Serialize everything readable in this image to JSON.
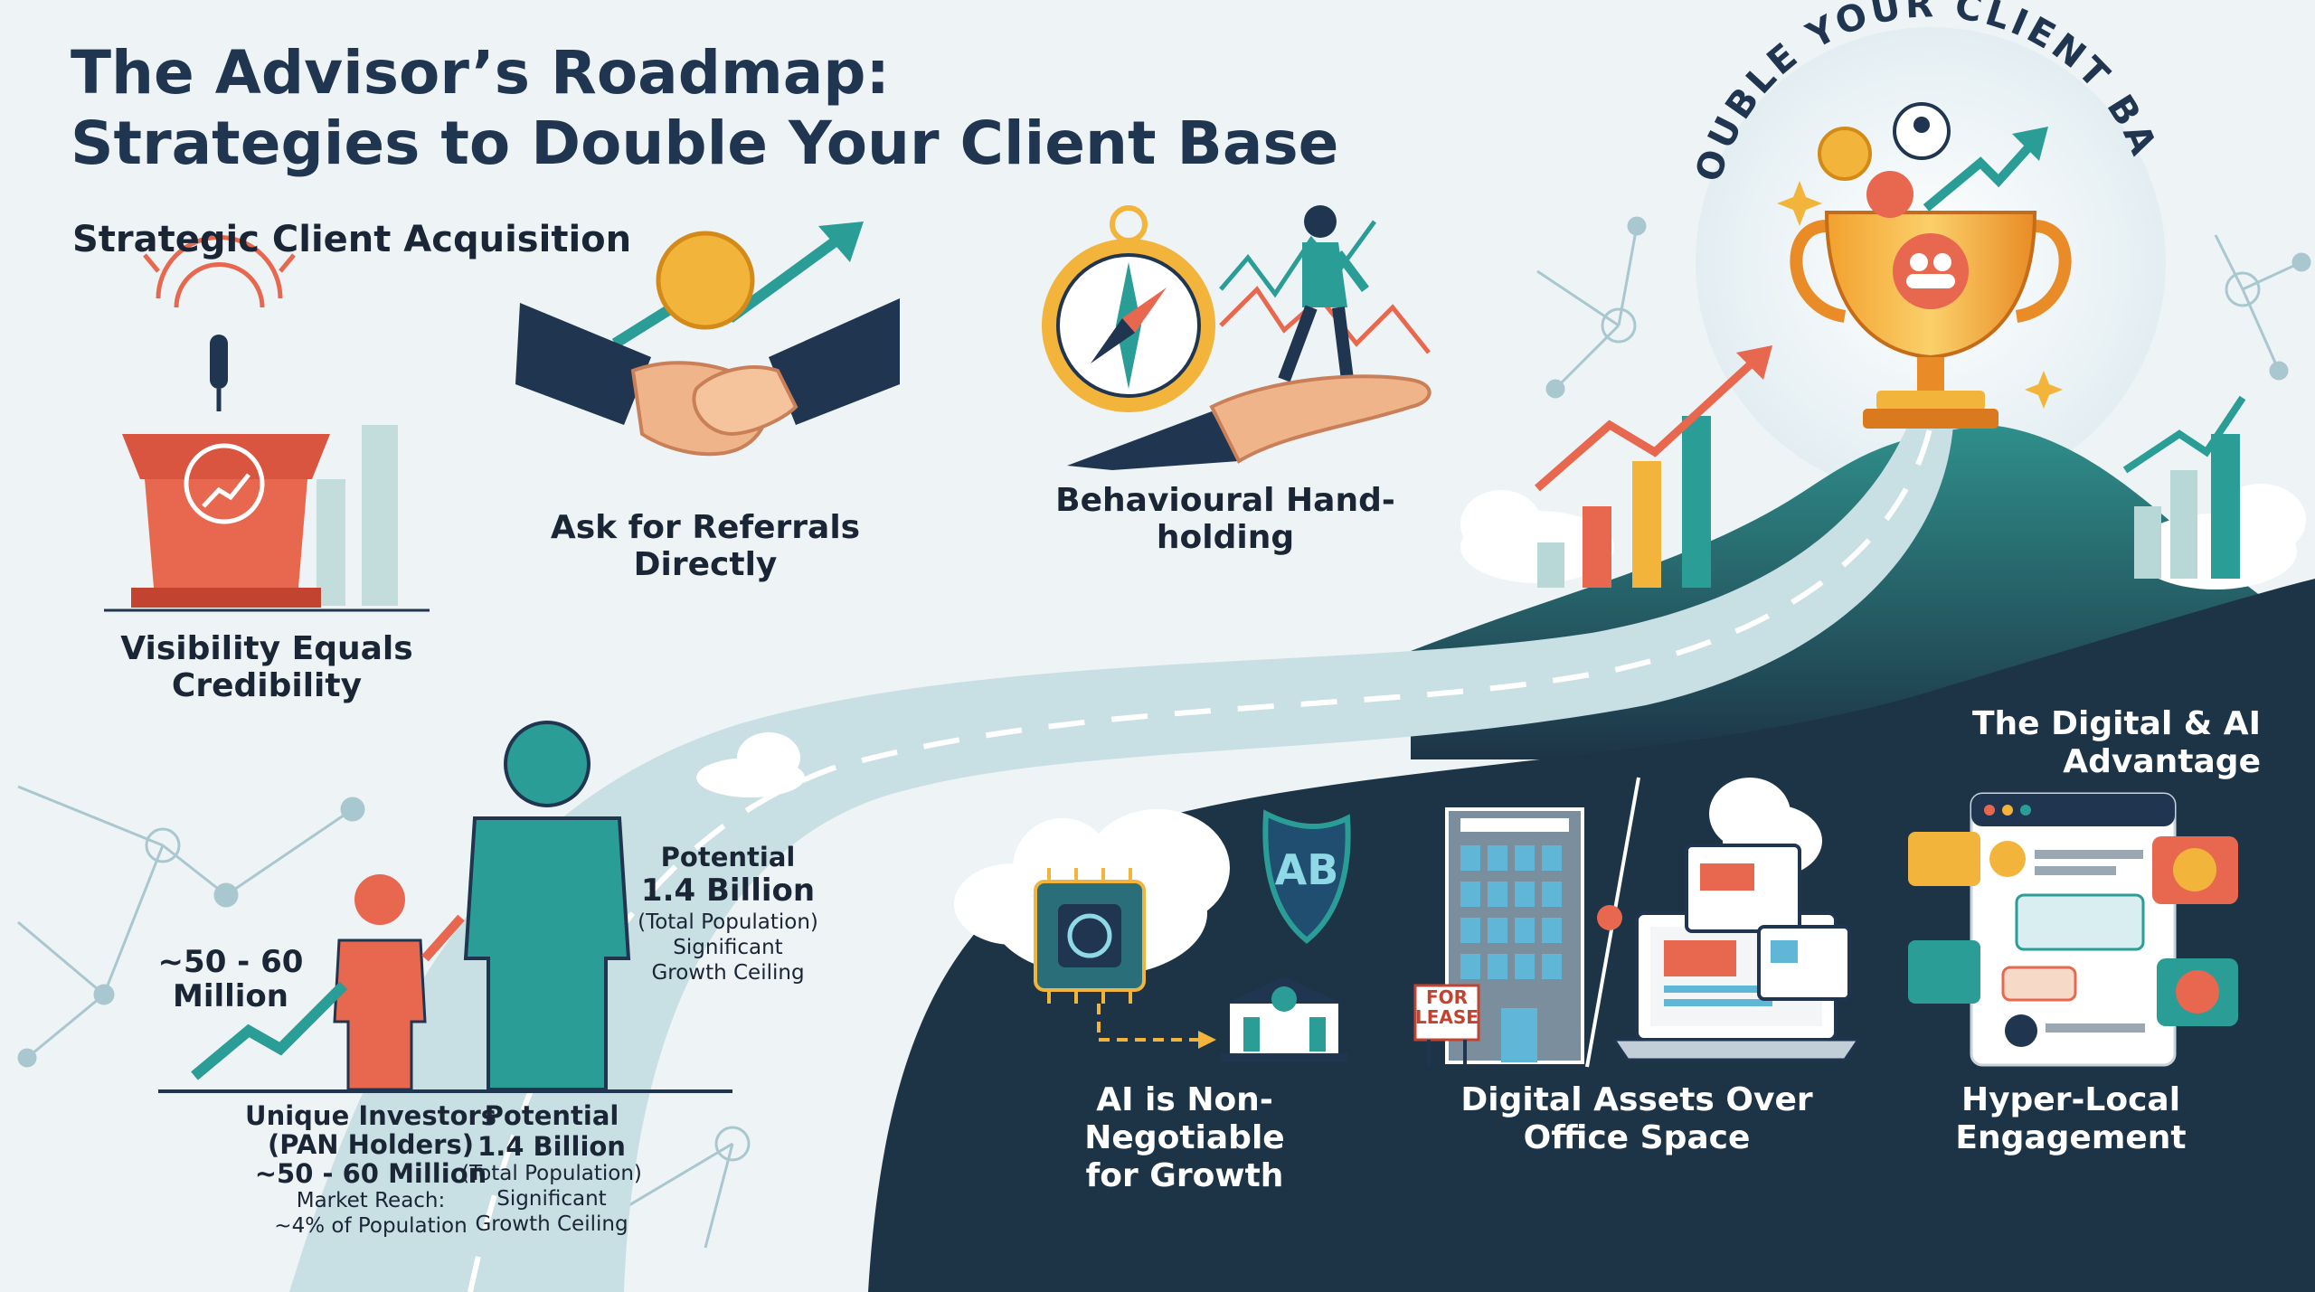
{
  "title": {
    "line1": "The Advisor’s Roadmap:",
    "line2": "Strategies to Double Your Client Base"
  },
  "acquisition": {
    "heading": "Strategic Client Acquisition",
    "visibility_label": "Visibility Equals Credibility",
    "referrals_label": "Ask for Referrals Directly",
    "handholding_label": "Behavioural Hand-holding"
  },
  "summit": {
    "arc_text": "DOUBLE YOUR CLIENT BASE"
  },
  "market": {
    "small_figure_value": "~50 - 60\nMillion",
    "large_figure_potential": "Potential",
    "large_figure_value": "1.4 Billion",
    "large_figure_note": "(Total Population)\nSignificant\nGrowth Ceiling",
    "investors_title": "Unique Investors\n(PAN Holders)",
    "investors_value": "~50 - 60 Million",
    "investors_note": "Market Reach:\n~4% of Population",
    "population_potential": "Potential",
    "population_value": "1.4 Billion",
    "population_note": "(Total Population)\nSignificant\nGrowth Ceiling"
  },
  "digital": {
    "heading": "The Digital & AI Advantage",
    "ai_label": "AI is Non-Negotiable\nfor Growth",
    "assets_label": "Digital Assets Over\nOffice Space",
    "local_label": "Hyper-Local\nEngagement",
    "shield_text": "AB",
    "sign_text": "FOR\nLEASE"
  },
  "colors": {
    "navy": "#1d3447",
    "teal": "#2a9d96",
    "coral": "#e8674f",
    "gold": "#f2b43a",
    "road": "#c4dbe0"
  }
}
